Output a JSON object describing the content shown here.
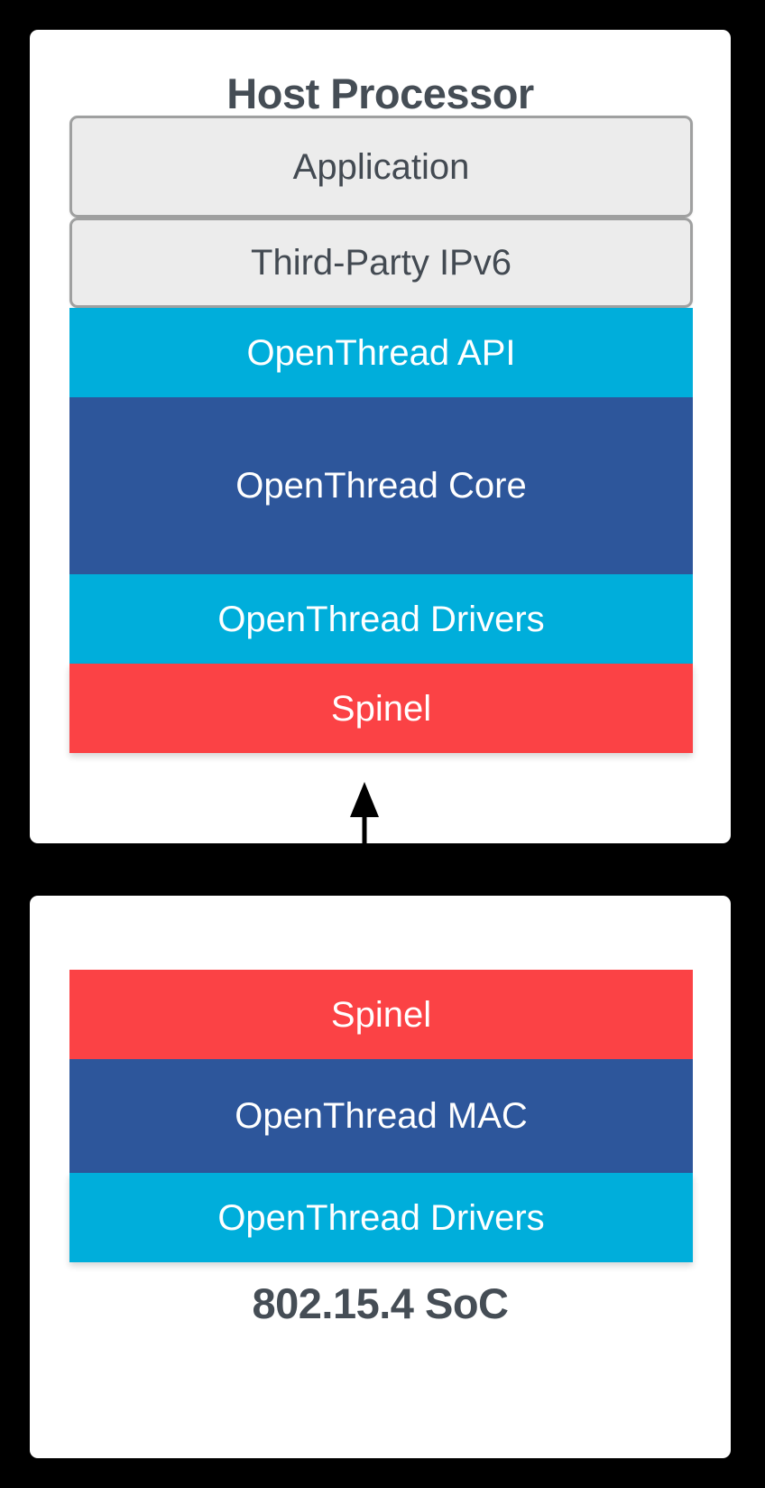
{
  "diagram": {
    "title_host": "Host Processor",
    "title_soc": "802.15.4 SoC",
    "background_color": "#000000",
    "panel_color": "#ffffff",
    "title_color": "#454d55",
    "colors": {
      "cyan": "#00aedb",
      "dark_blue": "#2d569b",
      "red": "#fb4245",
      "light_gray": "#ececec",
      "gray_border": "#9fa0a0",
      "white_text": "#ffffff",
      "arrow": "#000000"
    },
    "connector": {
      "icon": "double-headed-vertical-arrow",
      "direction": "bidirectional",
      "label": ""
    },
    "host_layers": [
      {
        "label": "Application",
        "style": "outlined",
        "color": "#ececec",
        "height": 113
      },
      {
        "label": "Third-Party IPv6",
        "style": "outlined",
        "color": "#ececec",
        "height": 100
      },
      {
        "label": "OpenThread API",
        "style": "solid",
        "color": "#00aedb",
        "height": 99
      },
      {
        "label": "OpenThread Core",
        "style": "solid",
        "color": "#2d569b",
        "height": 196
      },
      {
        "label": "OpenThread Drivers",
        "style": "solid",
        "color": "#00aedb",
        "height": 99
      },
      {
        "label": "Spinel",
        "style": "solid",
        "color": "#fb4245",
        "height": 99
      }
    ],
    "soc_layers": [
      {
        "label": "Spinel",
        "style": "solid",
        "color": "#fb4245",
        "height": 99
      },
      {
        "label": "OpenThread MAC",
        "style": "solid",
        "color": "#2d569b",
        "height": 126
      },
      {
        "label": "OpenThread Drivers",
        "style": "solid",
        "color": "#00aedb",
        "height": 99
      }
    ]
  }
}
